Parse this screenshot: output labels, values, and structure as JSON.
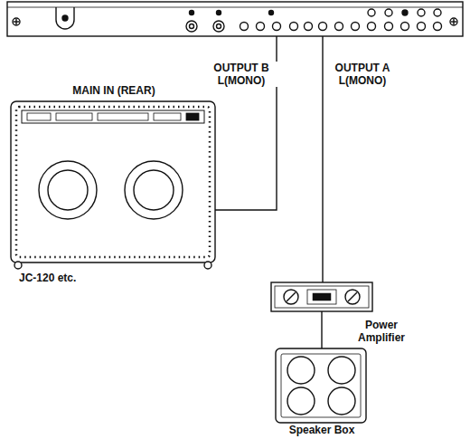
{
  "diagram": {
    "nodes": [
      {
        "text": [
          "OUTPUT B L(MONO)",
          "OUTPUT A L(MONO)"
        ]
      },
      {
        "text": [
          "MAIN IN (REAR)",
          "JC-120 etc."
        ]
      },
      {
        "text": [
          "Power Amplifier"
        ]
      },
      {
        "text": [
          "Speaker Box"
        ]
      }
    ],
    "edges": [
      {
        "from": 0,
        "to": 1,
        "arrow": "none"
      },
      {
        "from": 0,
        "to": 2,
        "arrow": "none"
      },
      {
        "from": 2,
        "to": 3,
        "arrow": "none"
      }
    ]
  }
}
